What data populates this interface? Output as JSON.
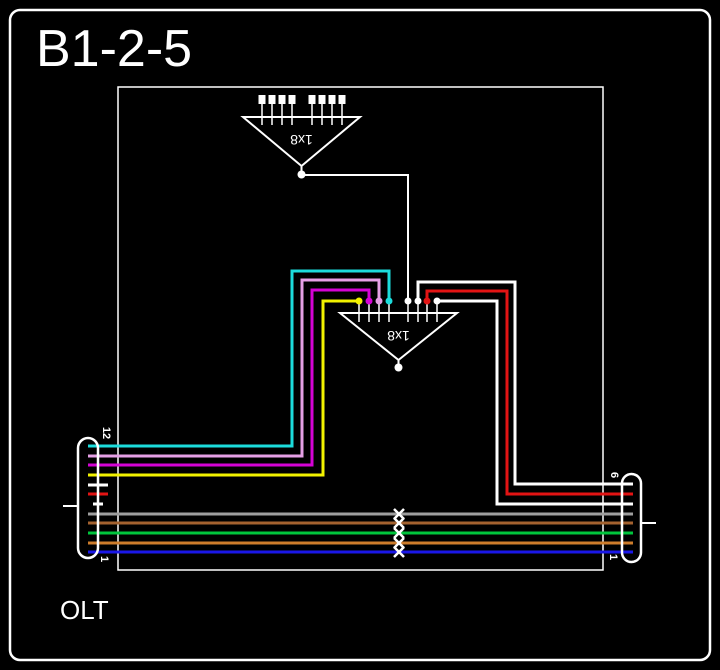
{
  "title": "B1-2-5",
  "footer": {
    "label": "OLT"
  },
  "splitters": {
    "top": {
      "label": "1x8",
      "ports": 8,
      "connected": false
    },
    "middle": {
      "label": "1x8",
      "ports": 8,
      "port_colors_left_to_right": [
        "yellow",
        "violet",
        "rose",
        "aqua",
        "white",
        "white",
        "red",
        "white"
      ]
    }
  },
  "connectors": {
    "left": {
      "top_label": "12",
      "bottom_label": "1",
      "fibers_top_to_bottom": [
        "aqua",
        "rose",
        "violet",
        "yellow",
        "white",
        "red",
        "white",
        "slate",
        "brown",
        "green",
        "orange",
        "blue"
      ]
    },
    "right": {
      "top_label": "6",
      "bottom_label": "1",
      "fibers_top_to_bottom": [
        "white",
        "red",
        "white",
        "slate",
        "brown",
        "green",
        "orange",
        "blue"
      ]
    }
  },
  "spliced_fibers": [
    "slate",
    "brown",
    "green",
    "orange",
    "blue"
  ],
  "colors": {
    "background": "#000000",
    "line": "#ffffff",
    "aqua": "#1cdcdc",
    "rose": "#e6a0e6",
    "violet": "#d503d5",
    "yellow": "#f2f200",
    "red": "#e31414",
    "white": "#ffffff",
    "slate": "#9e9e9e",
    "brown": "#a4622f",
    "green": "#00c53c",
    "orange": "#ce7d2b",
    "blue": "#1a17e8"
  }
}
